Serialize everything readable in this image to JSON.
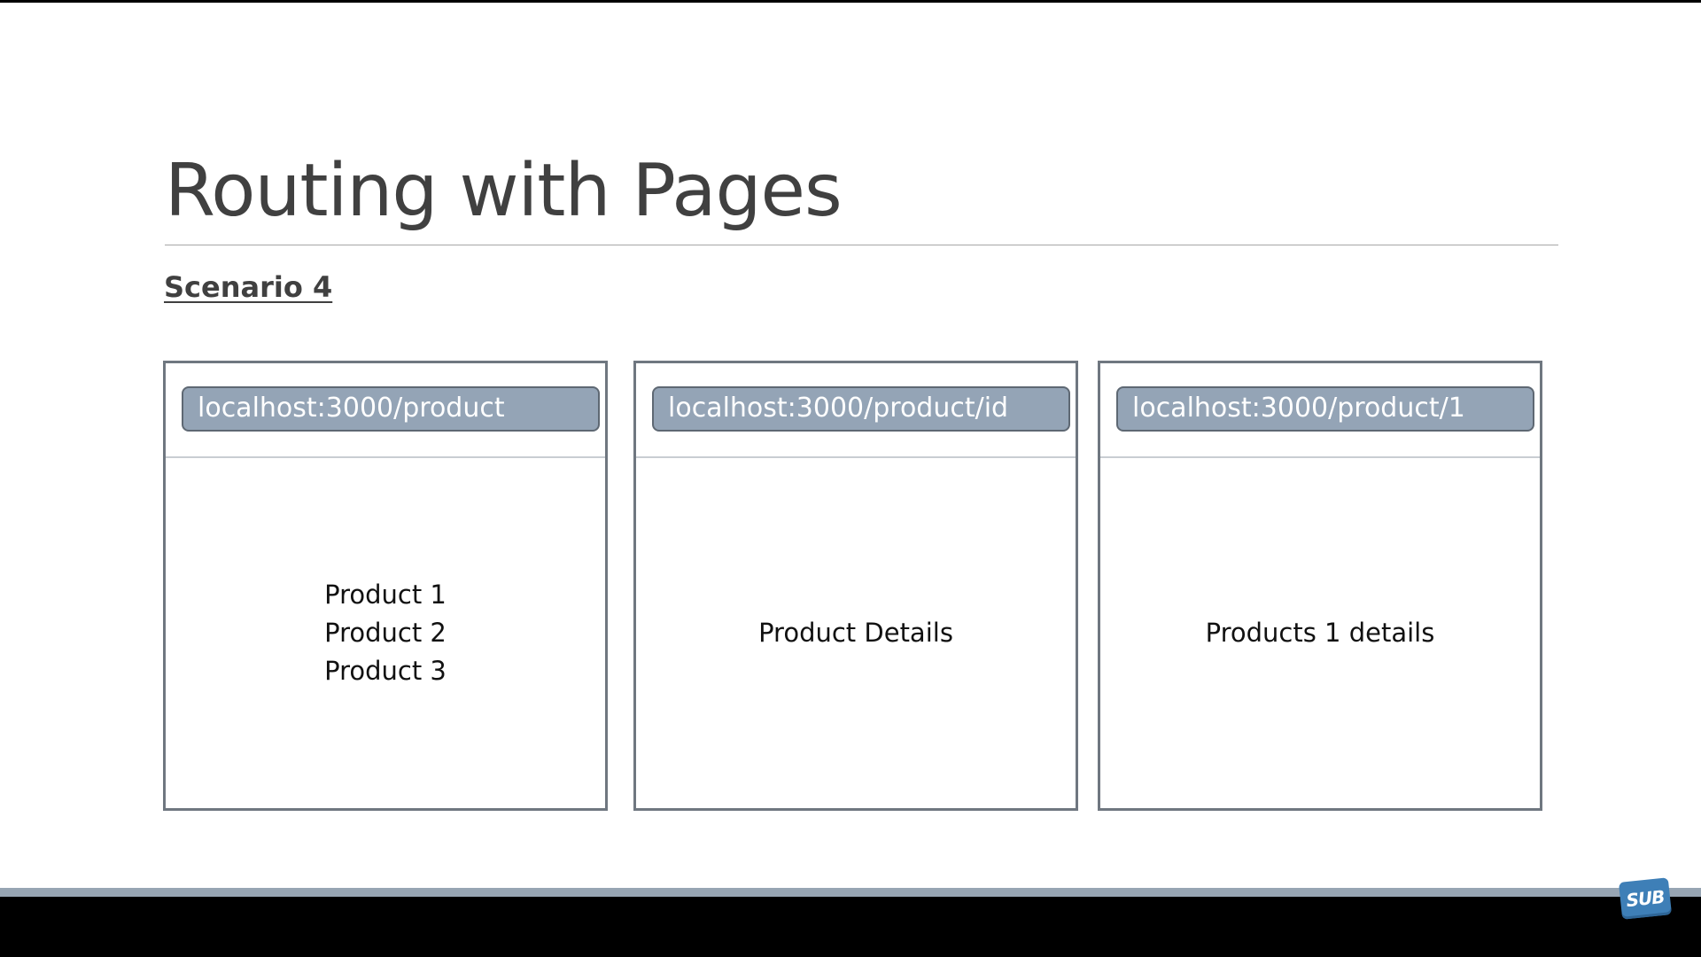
{
  "slide": {
    "title": "Routing with Pages",
    "subtitle": "Scenario 4"
  },
  "windows": [
    {
      "url": "localhost:3000/product",
      "content_items": [
        "Product 1",
        "Product 2",
        "Product 3"
      ]
    },
    {
      "url": "localhost:3000/product/id",
      "content_text": "Product Details"
    },
    {
      "url": "localhost:3000/product/1",
      "content_text": "Products 1 details"
    }
  ],
  "badge": {
    "label": "SUB"
  },
  "colors": {
    "url_bar_fill": "#94a4b6",
    "window_border": "#6f7780",
    "title_text": "#404040",
    "footer_bar": "#97a5b3"
  }
}
